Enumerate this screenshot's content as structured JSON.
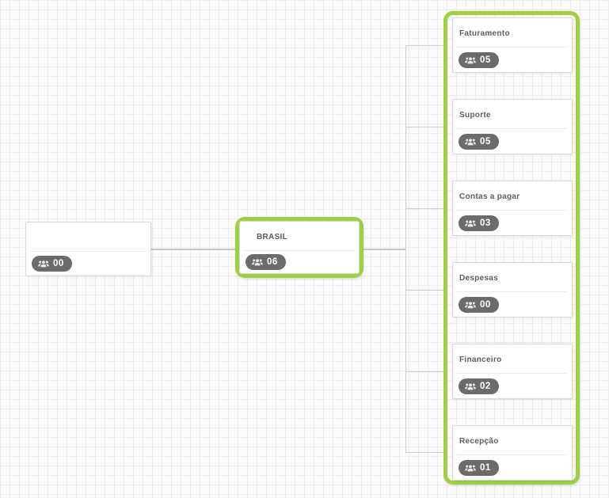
{
  "app": {
    "view": "organization-chart",
    "accent_color": "#9ed03f",
    "badge_color": "#6b6b6b",
    "badge_text_color": "#ffffff",
    "connector_color": "#c5c5c5",
    "members_icon": "users-group-icon"
  },
  "tree": {
    "root": {
      "title": "",
      "members": "00",
      "highlighted": false
    },
    "level1": {
      "title": "BRASIL",
      "members": "06",
      "highlighted": true
    },
    "children": [
      {
        "title": "Faturamento",
        "members": "05"
      },
      {
        "title": "Suporte",
        "members": "05"
      },
      {
        "title": "Contas a pagar",
        "members": "03"
      },
      {
        "title": "Despesas",
        "members": "00"
      },
      {
        "title": "Financeiro",
        "members": "02"
      },
      {
        "title": "Recepção",
        "members": "01"
      }
    ]
  }
}
